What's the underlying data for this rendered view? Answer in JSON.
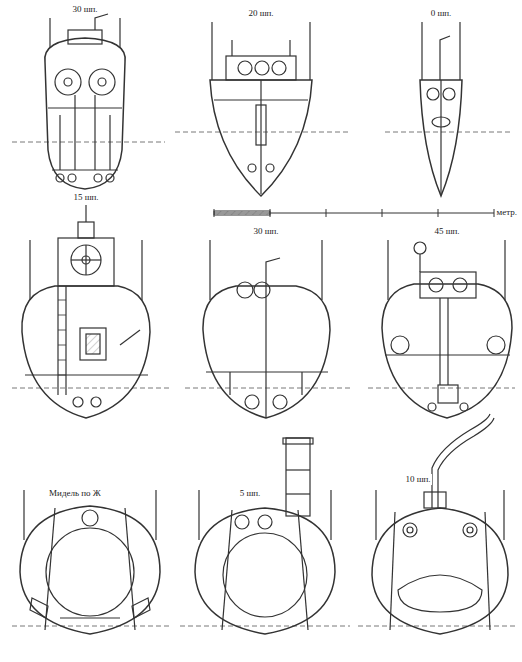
{
  "diagram": {
    "labels": [
      "30 шп.",
      "20 шп.",
      "0 шп.",
      "15 шп.",
      "30 шп.",
      "45 шп.",
      "Мидель по Ж",
      "5 шп.",
      "10 шп.",
      "метр."
    ]
  }
}
